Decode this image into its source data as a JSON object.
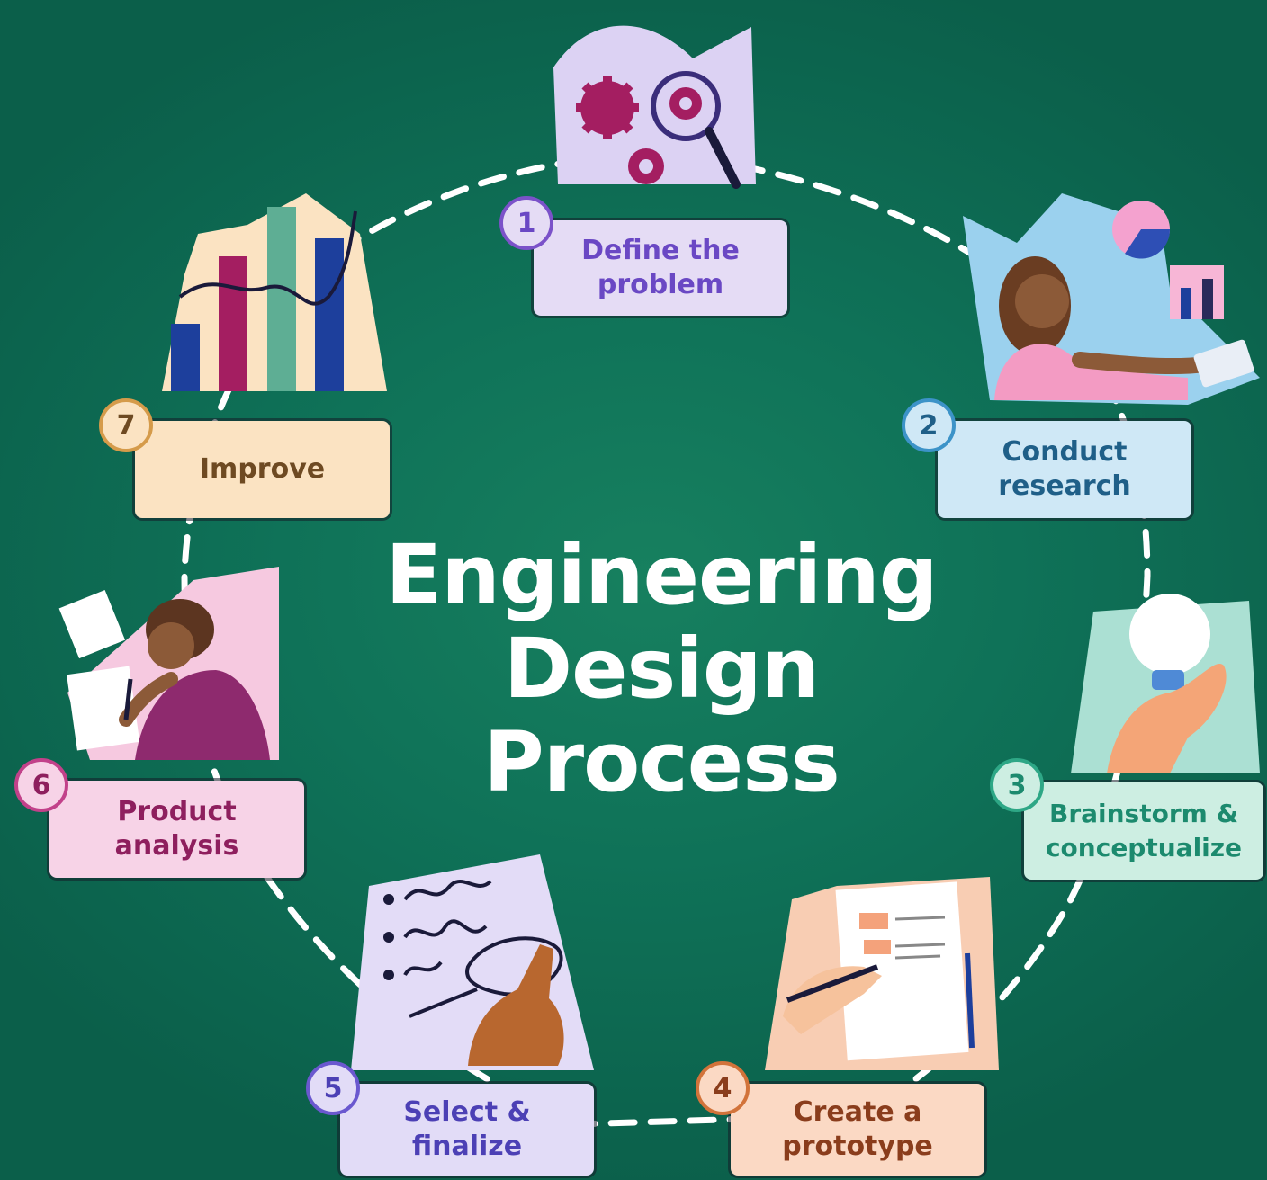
{
  "title_line1": "Engineering",
  "title_line2": "Design Process",
  "steps": [
    {
      "number": "1",
      "label": "Define the\nproblem",
      "bg": "#e5dcf5",
      "color": "#6a48c4",
      "accent": "#7b52c9"
    },
    {
      "number": "2",
      "label": "Conduct\nresearch",
      "bg": "#cfe8f6",
      "color": "#1f5f88",
      "accent": "#3c93c8"
    },
    {
      "number": "3",
      "label": "Brainstorm &\nconceptualize",
      "bg": "#cdeee2",
      "color": "#1c8a6e",
      "accent": "#2ea786"
    },
    {
      "number": "4",
      "label": "Create a\nprototype",
      "bg": "#fbd9c4",
      "color": "#8a3d1c",
      "accent": "#d2733a"
    },
    {
      "number": "5",
      "label": "Select &\nfinalize",
      "bg": "#e2dcf7",
      "color": "#4c40b5",
      "accent": "#6a58cf"
    },
    {
      "number": "6",
      "label": "Product\nanalysis",
      "bg": "#f7d3e7",
      "color": "#8e1f5e",
      "accent": "#c2418a"
    },
    {
      "number": "7",
      "label": "Improve",
      "bg": "#fbe3c2",
      "color": "#6e4a22",
      "accent": "#d59b4a"
    }
  ]
}
